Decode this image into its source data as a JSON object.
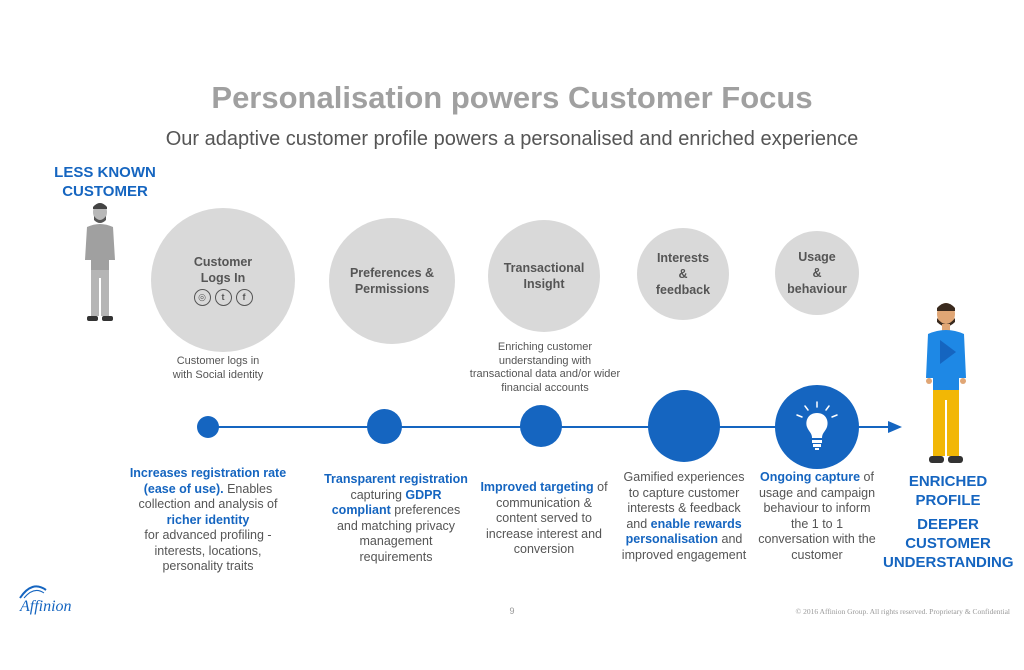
{
  "header": {
    "title": "Personalisation powers Customer Focus",
    "subtitle": "Our adaptive customer profile powers a personalised and enriched experience"
  },
  "left_label": [
    "LESS KNOWN",
    "CUSTOMER"
  ],
  "right_label": {
    "line1": [
      "ENRICHED",
      "PROFILE"
    ],
    "line2": [
      "DEEPER",
      "CUSTOMER",
      "UNDERSTANDING"
    ]
  },
  "stages": [
    {
      "bubble": [
        "Customer",
        "Logs In"
      ],
      "social_icons": [
        "instagram-icon",
        "twitter-icon",
        "facebook-icon"
      ],
      "note": [
        "Customer logs in",
        "with Social identity"
      ]
    },
    {
      "bubble": [
        "Preferences &",
        "Permissions"
      ]
    },
    {
      "bubble": [
        "Transactional",
        "Insight"
      ],
      "note": [
        "Enriching customer",
        "understanding with",
        "transactional data and/or wider",
        "financial accounts"
      ]
    },
    {
      "bubble": [
        "Interests",
        "&",
        "feedback"
      ]
    },
    {
      "bubble": [
        "Usage",
        "&",
        "behaviour"
      ]
    }
  ],
  "descriptions": {
    "d1": {
      "b1": "Increases registration rate",
      "b2": "(ease of use).",
      "t1": " Enables",
      "t2": "collection and analysis of",
      "b3": "richer identity",
      "t3": "for advanced profiling -",
      "t4": "interests, locations,",
      "t5": "personality traits"
    },
    "d2": {
      "b1": "Transparent registration",
      "t1": "capturing ",
      "b2": "GDPR",
      "b3": "compliant",
      "t2": " preferences",
      "t3": "and matching privacy",
      "t4": "management",
      "t5": "requirements"
    },
    "d3": {
      "b1": "Improved targeting",
      "t1": " of",
      "t2": "communication &",
      "t3": "content served to",
      "t4": "increase interest and",
      "t5": "conversion"
    },
    "d4": {
      "t1": "Gamified experiences",
      "t2": "to capture customer",
      "t3": "interests & feedback",
      "t4": "and ",
      "b1": "enable rewards",
      "b2": "personalisation",
      "t5": " and",
      "t6": "improved engagement"
    },
    "d5": {
      "b1": "Ongoing capture",
      "t1": " of",
      "t2": "usage and campaign",
      "t3": "behaviour to inform",
      "t4": "the 1 to 1",
      "t5": "conversation with the",
      "t6": "customer"
    }
  },
  "footer": {
    "logo_text": "Affinion",
    "page": "9",
    "copyright": "© 2016 Affinion Group. All rights reserved. Proprietary & Confidential"
  },
  "colors": {
    "accent": "#1565c0",
    "bubble": "#d9d9d9",
    "title": "#a0a0a0"
  }
}
